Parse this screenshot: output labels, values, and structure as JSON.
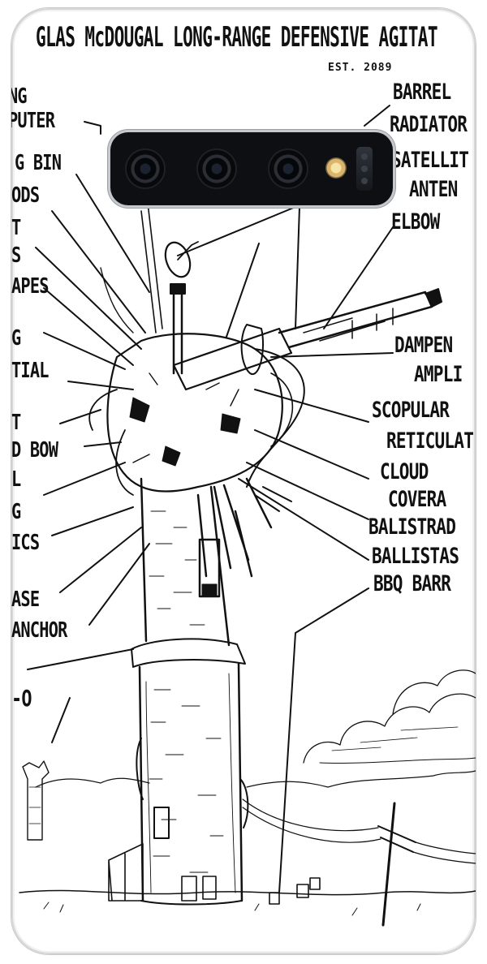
{
  "header": {
    "title": "GLAS McDOUGAL LONG-RANGE DEFENSIVE AGITAT",
    "established": "EST. 2089"
  },
  "labels_left": [
    "NG",
    "PUTER",
    "G BIN",
    "ODS",
    "T",
    "S",
    "APES",
    "G",
    "TIAL",
    "T",
    "D BOW",
    "L",
    "G",
    "ICS",
    "ASE",
    "ANCHOR",
    "-O"
  ],
  "labels_right": [
    "BARREL",
    "RADIATOR",
    "SATELLIT",
    "ANTEN",
    "ELBOW",
    "DAMPEN",
    "AMPLI",
    "SCOPULAR",
    "RETICULAT",
    "CLOUD",
    "COVERA",
    "BALISTRAD",
    "BALLISTAS",
    "BBQ BARR"
  ],
  "icons": {
    "camera": "camera-lens-icon",
    "flash": "flash-icon",
    "sensor": "sensor-icon"
  },
  "colors": {
    "ink": "#111111",
    "camera_bar": "#0e0f12",
    "frame": "#c5c8cc"
  }
}
